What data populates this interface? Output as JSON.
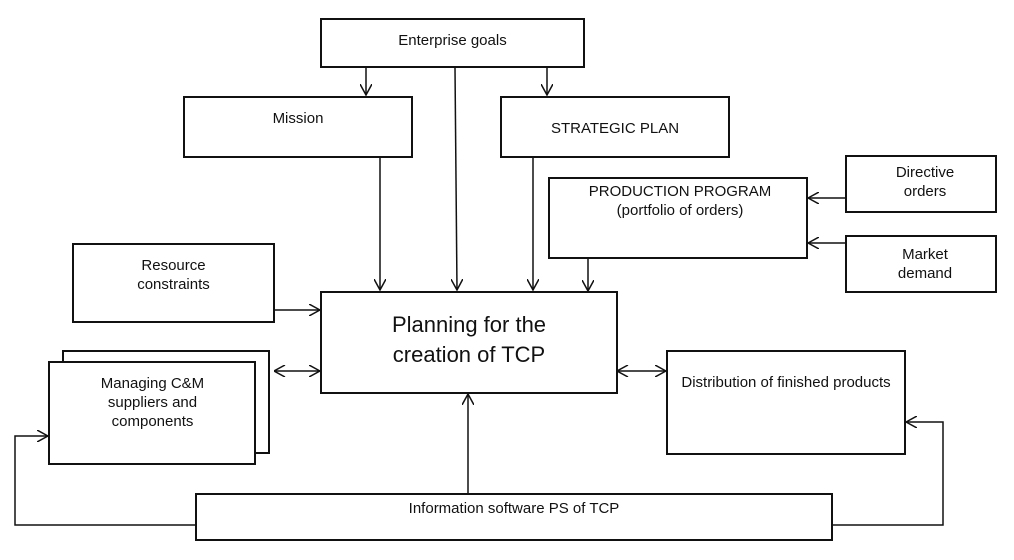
{
  "nodes": {
    "enterprise_goals": "Enterprise goals",
    "mission": "Mission",
    "strategic_plan": "STRATEGIC PLAN",
    "production_program": "PRODUCTION PROGRAM (portfolio of orders)",
    "directive_orders": "Directive orders",
    "market_demand": "Market demand",
    "resource_constraints": "Resource constraints",
    "planning": "Planning for the creation of TCP",
    "managing": "Managing C&M suppliers and components",
    "distribution": "Distribution of finished products",
    "information_software": "Information software PS of TCP"
  },
  "edges": [
    {
      "from": "enterprise_goals",
      "to": "mission"
    },
    {
      "from": "enterprise_goals",
      "to": "strategic_plan"
    },
    {
      "from": "enterprise_goals",
      "to": "planning"
    },
    {
      "from": "mission",
      "to": "planning"
    },
    {
      "from": "strategic_plan",
      "to": "planning"
    },
    {
      "from": "production_program",
      "to": "planning"
    },
    {
      "from": "directive_orders",
      "to": "production_program"
    },
    {
      "from": "market_demand",
      "to": "production_program"
    },
    {
      "from": "resource_constraints",
      "to": "planning"
    },
    {
      "from": "managing",
      "to": "planning",
      "bidirectional": true
    },
    {
      "from": "planning",
      "to": "distribution",
      "bidirectional": true
    },
    {
      "from": "information_software",
      "to": "planning"
    },
    {
      "from": "information_software",
      "to": "managing"
    },
    {
      "from": "information_software",
      "to": "distribution"
    }
  ]
}
